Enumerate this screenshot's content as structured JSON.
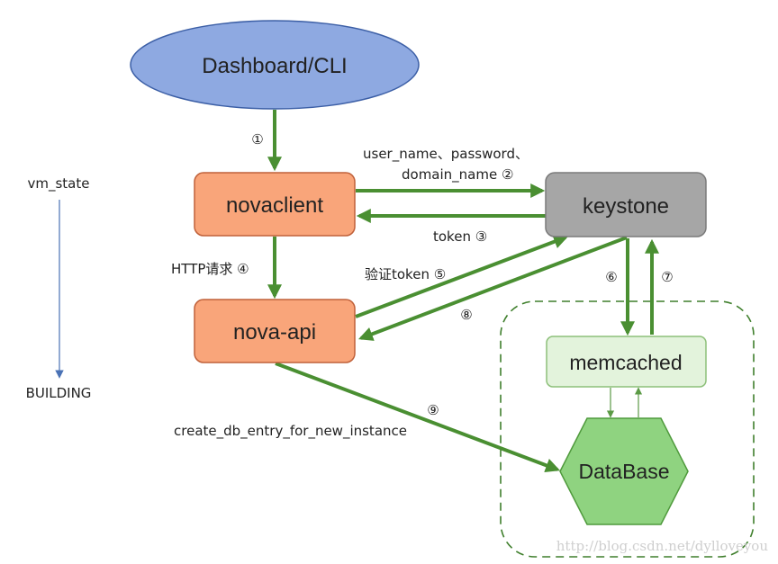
{
  "nodes": {
    "dashboard": "Dashboard/CLI",
    "novaclient": "novaclient",
    "keystone": "keystone",
    "nova_api": "nova-api",
    "memcached": "memcached",
    "database": "DataBase"
  },
  "vm_state": {
    "title": "vm_state",
    "state": "BUILDING"
  },
  "labels": {
    "step1": "①",
    "step2_line1": "user_name、password、",
    "step2_line2": "domain_name ②",
    "step3": "token ③",
    "step4": "HTTP请求 ④",
    "step5": "验证token ⑤",
    "step6": "⑥",
    "step7": "⑦",
    "step8": "⑧",
    "step9": "⑨",
    "create_db": "create_db_entry_for_new_instance"
  },
  "watermark": "http://blog.csdn.net/dylloveyou",
  "colors": {
    "arrow_green": "#4a8f32",
    "thin_green": "#5b9a45",
    "dashboard_fill": "#8ea9e1",
    "orange_fill": "#f9a57a",
    "keystone_fill": "#a6a6a6",
    "memcached_fill": "#e3f3dc",
    "database_fill": "#8fd380",
    "vm_state_arrow": "#4a72b5"
  }
}
